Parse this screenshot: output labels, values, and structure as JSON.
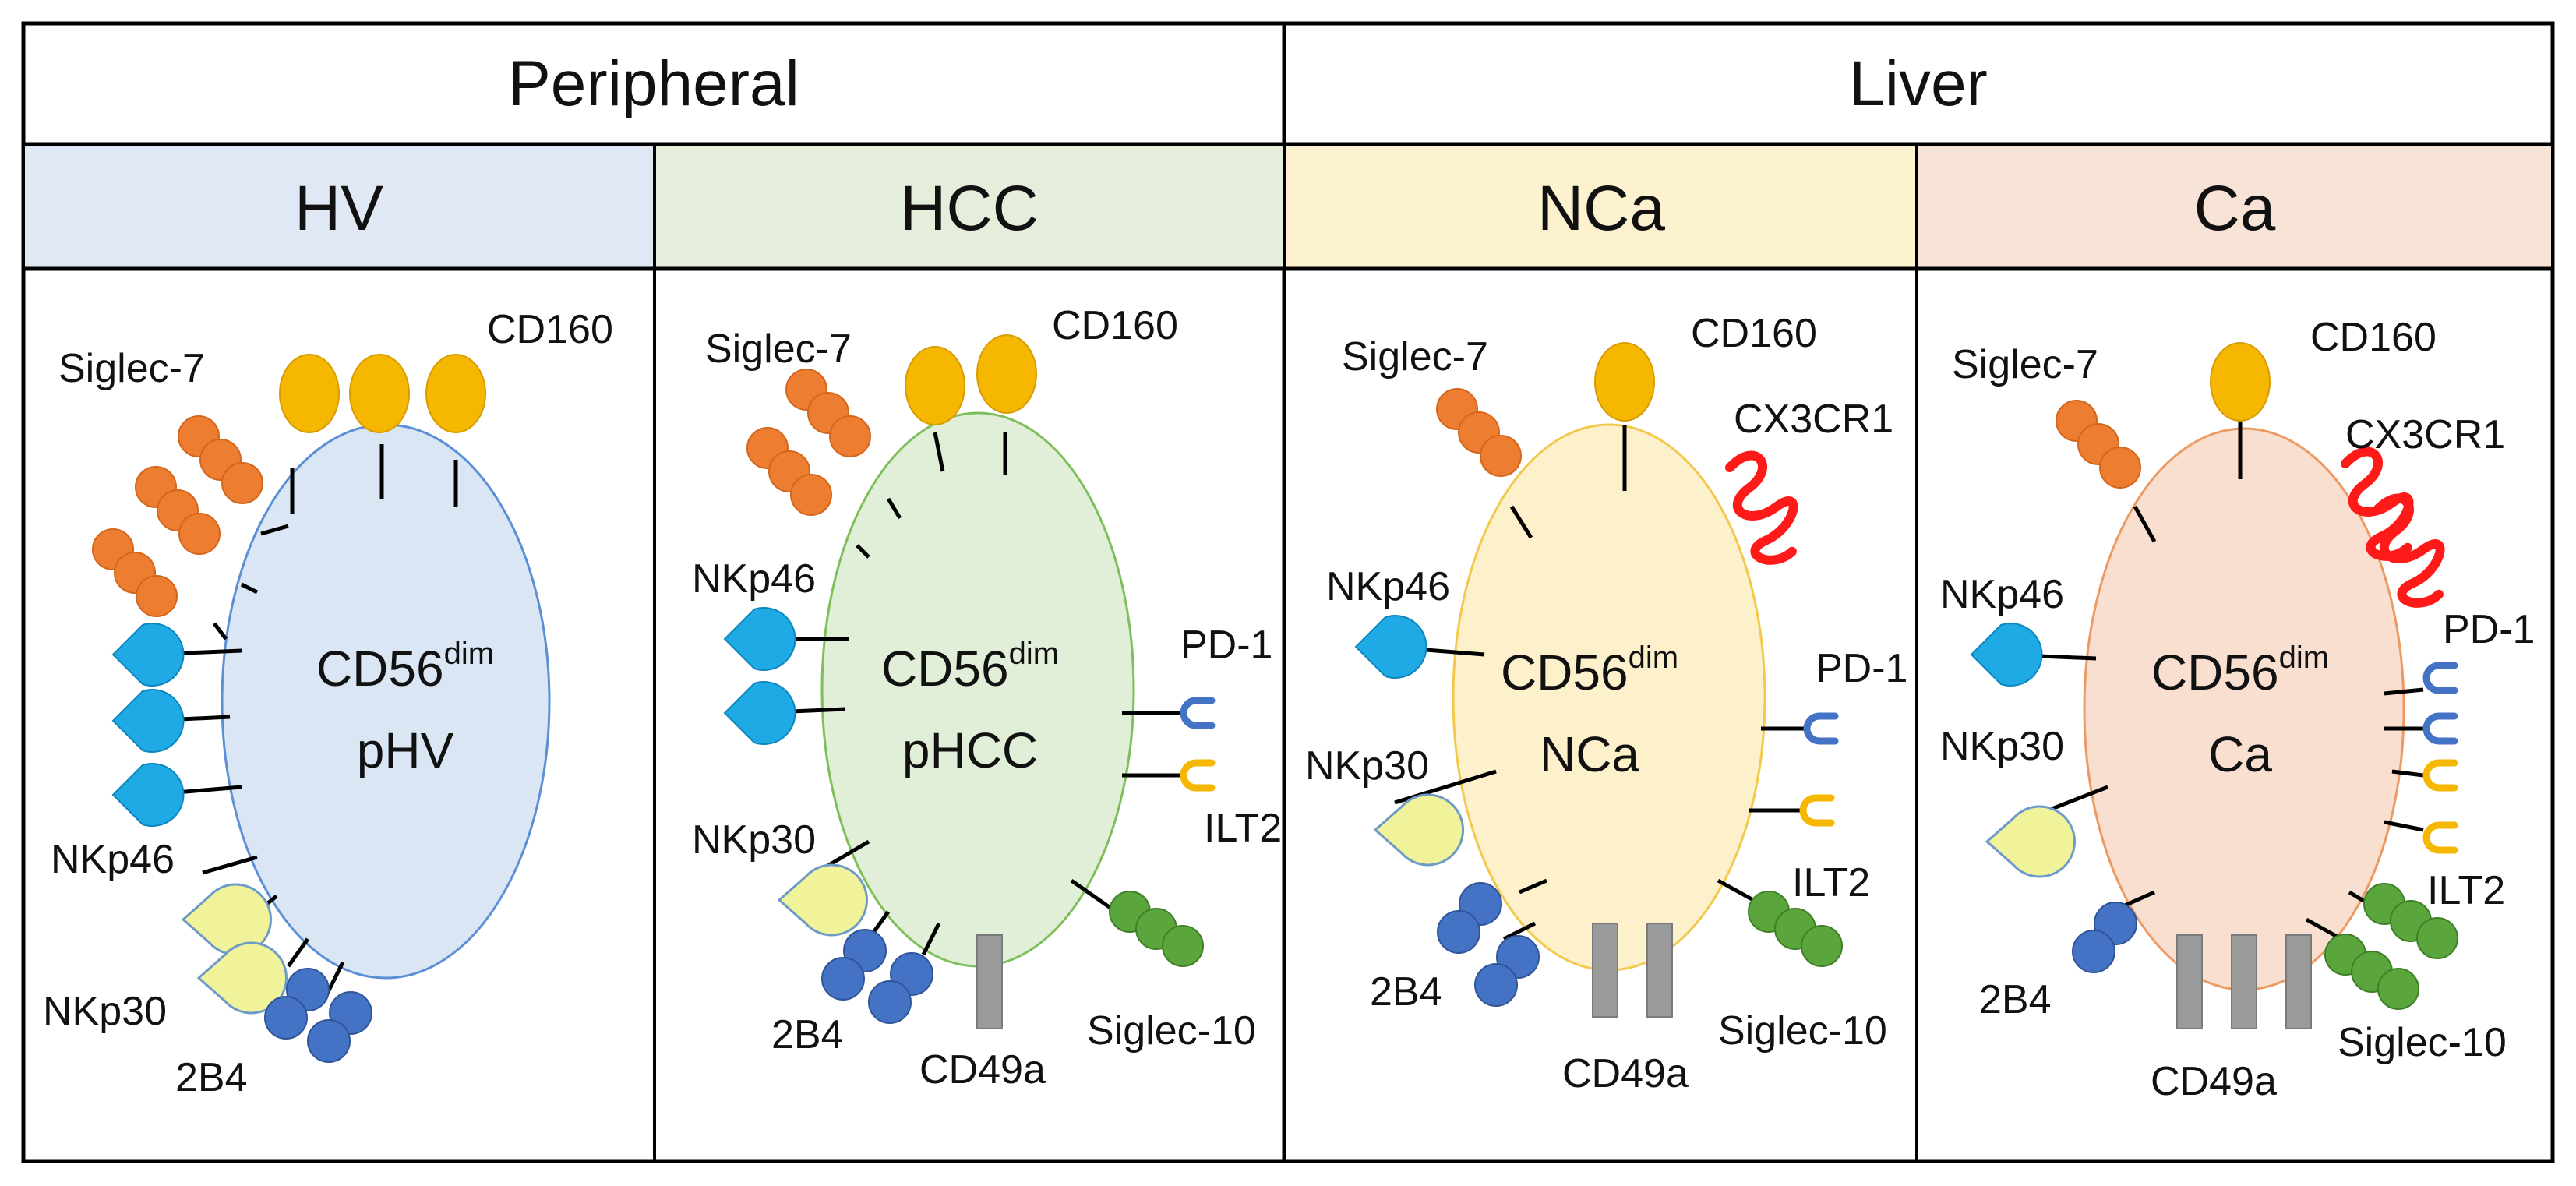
{
  "headers": {
    "peripheral": "Peripheral",
    "liver": "Liver"
  },
  "panels": [
    {
      "title": "HV",
      "color": "#dfe8f4",
      "cell": {
        "line1": "CD56",
        "sup": "dim",
        "line2": "pHV",
        "fill": "#dae6f4",
        "stroke": "#5b8fd6"
      },
      "labels": {
        "siglec7": "Siglec-7",
        "cd160": "CD160",
        "nkp46": "NKp46",
        "nkp30": "NKp30",
        "b2b4": "2B4"
      }
    },
    {
      "title": "HCC",
      "color": "#e4eedb",
      "cell": {
        "line1": "CD56",
        "sup": "dim",
        "line2": "pHCC",
        "fill": "#e1efd8",
        "stroke": "#7ebf5b"
      },
      "labels": {
        "siglec7": "Siglec-7",
        "cd160": "CD160",
        "nkp46": "NKp46",
        "nkp30": "NKp30",
        "b2b4": "2B4",
        "pd1": "PD-1",
        "ilt2": "ILT2",
        "cd49a": "CD49a",
        "siglec10": "Siglec-10"
      }
    },
    {
      "title": "NCa",
      "color": "#fdf2cf",
      "cell": {
        "line1": "CD56",
        "sup": "dim",
        "line2": "NCa",
        "fill": "#fdf1cc",
        "stroke": "#f2c94c"
      },
      "labels": {
        "siglec7": "Siglec-7",
        "cd160": "CD160",
        "cx3cr1": "CX3CR1",
        "nkp46": "NKp46",
        "nkp30": "NKp30",
        "b2b4": "2B4",
        "pd1": "PD-1",
        "ilt2": "ILT2",
        "cd49a": "CD49a",
        "siglec10": "Siglec-10"
      }
    },
    {
      "title": "Ca",
      "color": "#f8e3d7",
      "cell": {
        "line1": "CD56",
        "sup": "dim",
        "line2": "Ca",
        "fill": "#f8dfcf",
        "stroke": "#ec9a64"
      },
      "labels": {
        "siglec7": "Siglec-7",
        "cd160": "CD160",
        "cx3cr1": "CX3CR1",
        "nkp46": "NKp46",
        "nkp30": "NKp30",
        "b2b4": "2B4",
        "pd1": "PD-1",
        "ilt2": "ILT2",
        "cd49a": "CD49a",
        "siglec10": "Siglec-10"
      }
    }
  ],
  "colors": {
    "siglec7": "#ed7d31",
    "cd160": "#f5b700",
    "nkp46": "#1fa9e5",
    "nkp30": "#f1f39a",
    "b2b4": "#4472c4",
    "pd1": "#4472c4",
    "ilt2": "#f5b700",
    "siglec10": "#5aa63c",
    "cd49a": "#9a9a9a",
    "cx3cr1": "#ff1a1a"
  }
}
